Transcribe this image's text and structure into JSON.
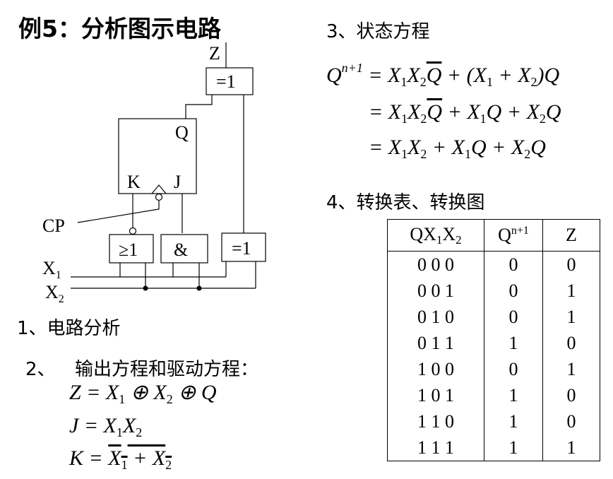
{
  "title": "例5：分析图示电路",
  "sections": {
    "s1": "1、电路分析",
    "s2_num": "2、",
    "s2_text": "输出方程和驱动方程：",
    "s3": "3、状态方程",
    "s4": "4、转换表、转换图"
  },
  "circuit": {
    "labels": {
      "z": "Z",
      "xor_top": "=1",
      "q": "Q",
      "k": "K",
      "j": "J",
      "cp": "CP",
      "or_gate": "≥1",
      "and_gate": "&",
      "xor_right": "=1",
      "x1": "X",
      "x1_sub": "1",
      "x2": "X",
      "x2_sub": "2"
    }
  },
  "output_equations": {
    "z_eq": "Z = X1 ⊕ X2 ⊕ Q",
    "j_eq": "J = X1X2",
    "k_eq": "K = ¬(X1 + X2)"
  },
  "state_equation": {
    "line1": "Qn+1 = X1X2Q̄ + (X1 + X2)Q",
    "line2": "= X1X2Q̄ + X1Q + X2Q",
    "line3": "= X1X2 + X1Q + X2Q"
  },
  "transition_table": {
    "headers": [
      "QX1X2",
      "Qn+1",
      "Z"
    ],
    "rows": [
      [
        "0 0 0",
        "0",
        "0"
      ],
      [
        "0 0 1",
        "0",
        "1"
      ],
      [
        "0 1 0",
        "0",
        "1"
      ],
      [
        "0 1 1",
        "1",
        "0"
      ],
      [
        "1 0 0",
        "0",
        "1"
      ],
      [
        "1 0 1",
        "1",
        "0"
      ],
      [
        "1 1 0",
        "1",
        "0"
      ],
      [
        "1 1 1",
        "1",
        "1"
      ]
    ]
  }
}
